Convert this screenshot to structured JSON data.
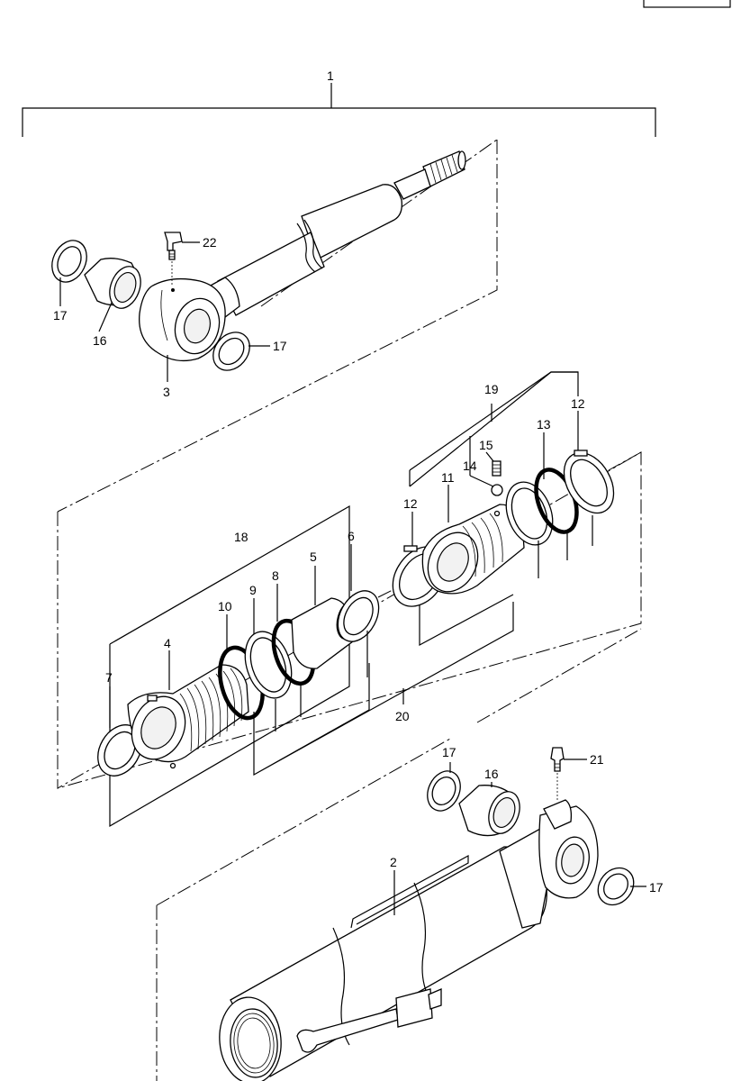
{
  "page_ref": "",
  "callouts": [
    {
      "id": "c1",
      "text": "1"
    },
    {
      "id": "c2",
      "text": "2"
    },
    {
      "id": "c3",
      "text": "3"
    },
    {
      "id": "c4",
      "text": "4"
    },
    {
      "id": "c5",
      "text": "5"
    },
    {
      "id": "c6",
      "text": "6"
    },
    {
      "id": "c7",
      "text": "7"
    },
    {
      "id": "c8",
      "text": "8"
    },
    {
      "id": "c9",
      "text": "9"
    },
    {
      "id": "c10",
      "text": "10"
    },
    {
      "id": "c11",
      "text": "11"
    },
    {
      "id": "c12a",
      "text": "12"
    },
    {
      "id": "c12b",
      "text": "12"
    },
    {
      "id": "c13",
      "text": "13"
    },
    {
      "id": "c14",
      "text": "14"
    },
    {
      "id": "c15",
      "text": "15"
    },
    {
      "id": "c16a",
      "text": "16"
    },
    {
      "id": "c16b",
      "text": "16"
    },
    {
      "id": "c17a",
      "text": "17"
    },
    {
      "id": "c17b",
      "text": "17"
    },
    {
      "id": "c17c",
      "text": "17"
    },
    {
      "id": "c17d",
      "text": "17"
    },
    {
      "id": "c18",
      "text": "18"
    },
    {
      "id": "c19",
      "text": "19"
    },
    {
      "id": "c20",
      "text": "20"
    },
    {
      "id": "c21",
      "text": "21"
    },
    {
      "id": "c22",
      "text": "22"
    }
  ]
}
